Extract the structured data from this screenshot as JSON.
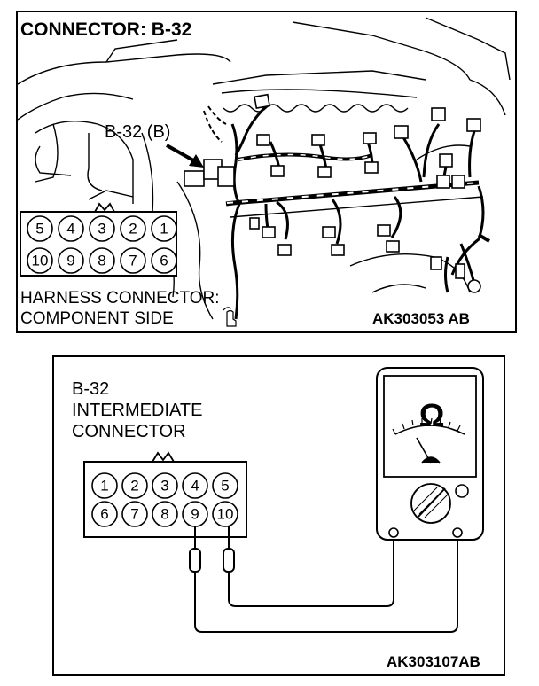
{
  "panel1": {
    "title": "CONNECTOR: B-32",
    "callout": "B-32 (B)",
    "connector_top_row": [
      "5",
      "4",
      "3",
      "2",
      "1"
    ],
    "connector_bottom_row": [
      "10",
      "9",
      "8",
      "7",
      "6"
    ],
    "caption_line1": "HARNESS CONNECTOR:",
    "caption_line2": "COMPONENT SIDE",
    "figure_code": "AK303053 AB"
  },
  "panel2": {
    "label_line1": "B-32",
    "label_line2": "INTERMEDIATE",
    "label_line3": "CONNECTOR",
    "connector_top_row": [
      "1",
      "2",
      "3",
      "4",
      "5"
    ],
    "connector_bottom_row": [
      "6",
      "7",
      "8",
      "9",
      "10"
    ],
    "meter_symbol": "Ω",
    "figure_code": "AK303107AB"
  }
}
